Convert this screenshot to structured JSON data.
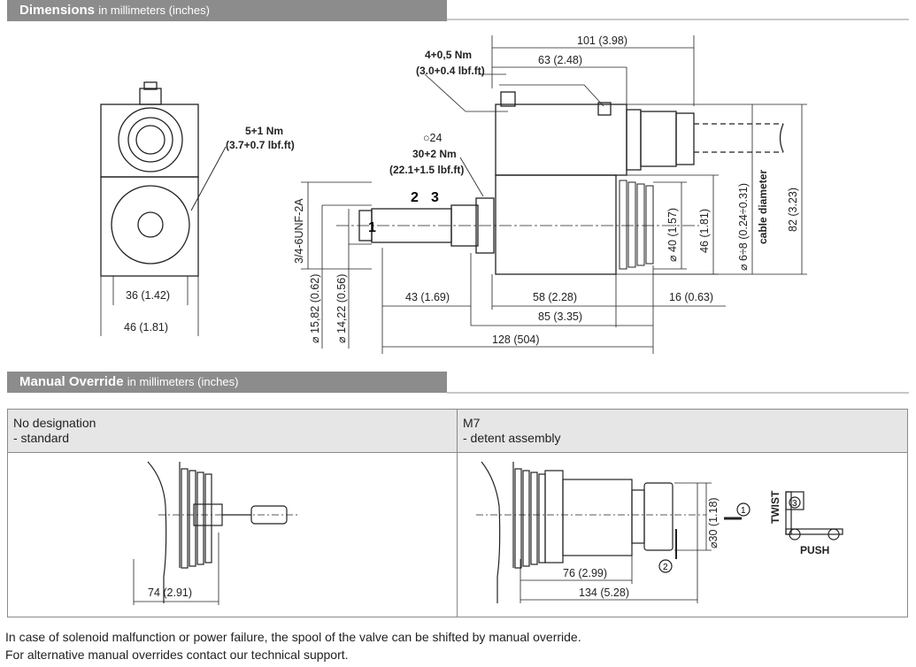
{
  "sections": {
    "dimensions": {
      "title": "Dimensions",
      "subtitle": "in millimeters (inches)"
    },
    "manual_override": {
      "title": "Manual Override",
      "subtitle": "in millimeters (inches)"
    }
  },
  "drawing": {
    "torque_coil": "4+0,5 Nm",
    "torque_coil_imperial": "(3.0+0.4 lbf.ft)",
    "torque_nut": "5+1 Nm",
    "torque_nut_imperial": "(3.7+0.7 lbf.ft)",
    "wrench_size": "○24",
    "torque_cartridge": "30+2 Nm",
    "torque_cartridge_imperial": "(22.1+1.5 lbf.ft)",
    "port_1": "1",
    "port_2": "2",
    "port_3": "3",
    "dim_101": "101 (3.98)",
    "dim_63": "63 (2.48)",
    "dim_36": "36 (1.42)",
    "dim_46w": "46 (1.81)",
    "dim_43": "43 (1.69)",
    "dim_58": "58 (2.28)",
    "dim_16": "16 (0.63)",
    "dim_85": "85 (3.35)",
    "dim_128": "128 (504)",
    "dim_thread": "3/4-6UNF-2A",
    "dim_d1582": "⌀ 15,82 (0.62)",
    "dim_d1422": "⌀ 14,22 (0.56)",
    "dim_d40": "⌀ 40 (1.57)",
    "dim_46h": "46 (1.81)",
    "dim_cable": "⌀ 6÷8 (0.24÷0.31)",
    "cable_label": "cable diameter",
    "dim_82": "82 (3.23)"
  },
  "manual_override": {
    "col1": {
      "title": "No designation",
      "desc": "- standard",
      "dim": "74 (2.91)"
    },
    "col2": {
      "title": "M7",
      "desc": "- detent assembly",
      "dim_76": "76 (2.99)",
      "dim_134": "134 (5.28)",
      "dim_d30": "⌀30 (1.18)",
      "step1": "1",
      "step2": "2",
      "step3": "3",
      "twist": "TWIST",
      "push": "PUSH"
    }
  },
  "footer": {
    "line1": "In case of solenoid malfunction or power failure, the spool of the valve can be shifted by manual override.",
    "line2": "For alternative manual overrides contact our technical support."
  }
}
